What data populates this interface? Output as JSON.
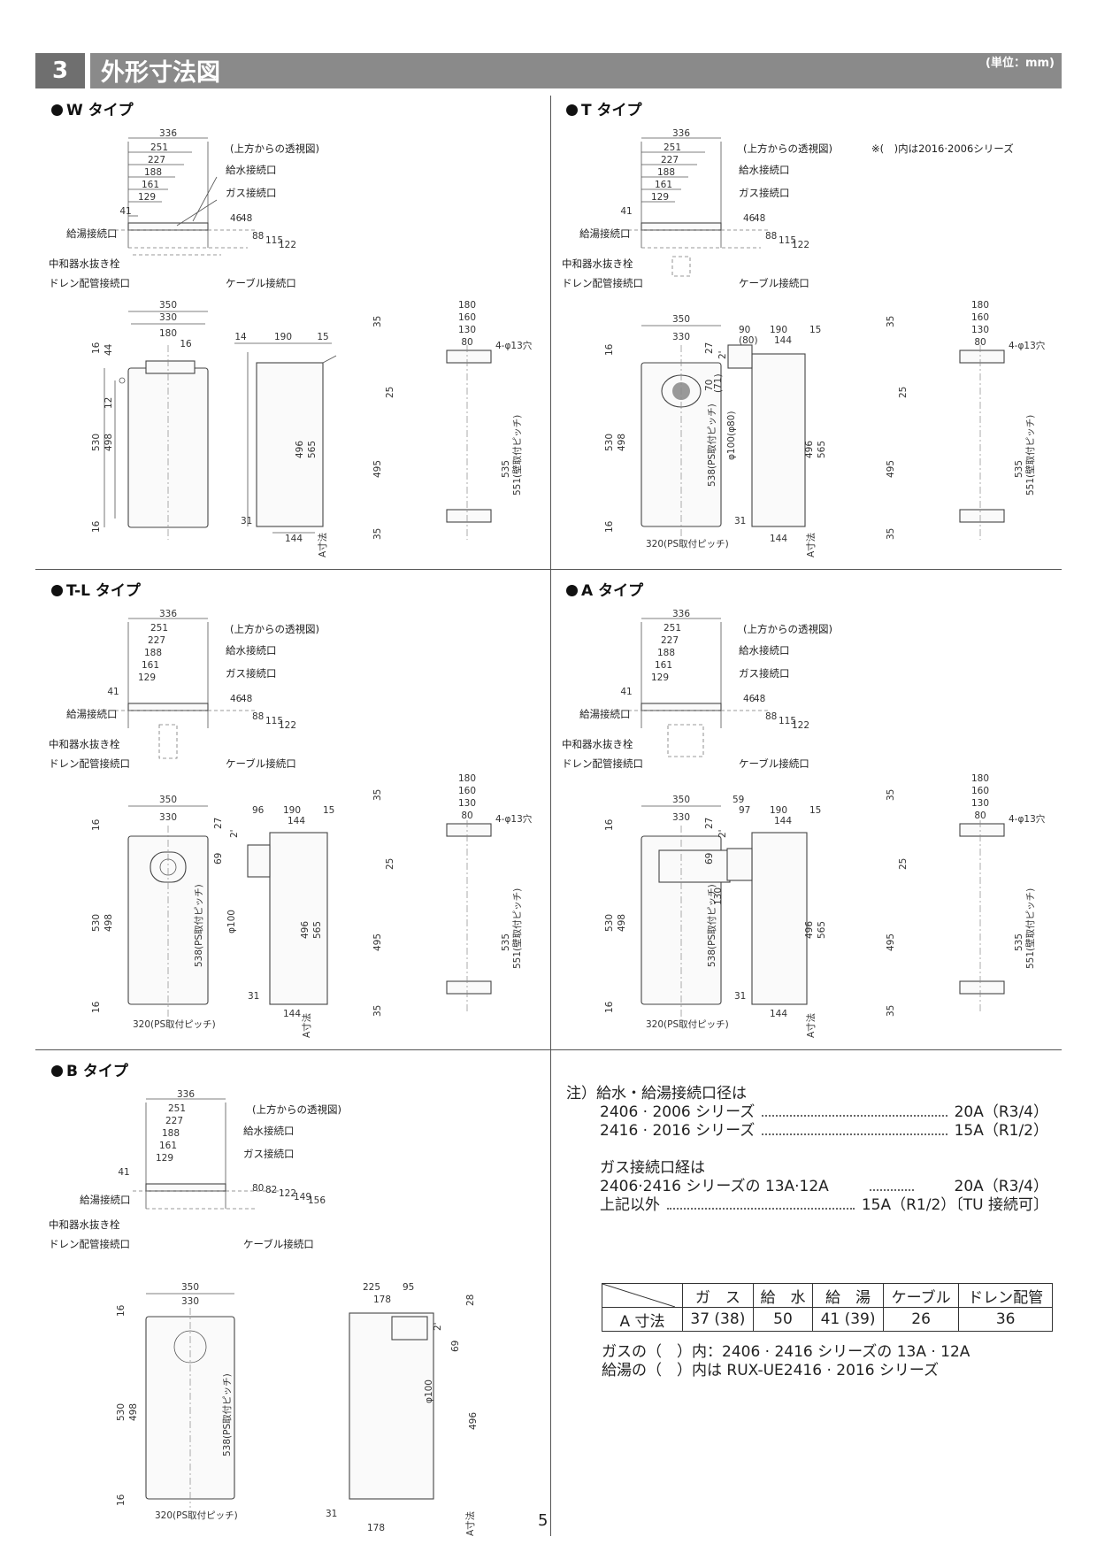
{
  "header": {
    "number": "3",
    "title": "外形寸法図",
    "unit": "(単位：mm)"
  },
  "panels": {
    "W": {
      "heading": "W タイプ"
    },
    "T": {
      "heading": "T タイプ",
      "series_note": "※(　)内は2016·2006シリーズ"
    },
    "TL": {
      "heading": "T-L タイプ"
    },
    "A": {
      "heading": "A タイプ"
    },
    "B": {
      "heading": "B タイプ"
    }
  },
  "labels": {
    "top_view": "(上方からの透視図)",
    "water_inlet": "給水接続口",
    "gas_inlet": "ガス接続口",
    "hot_outlet": "給湯接続口",
    "drain_plug": "中和器水抜き栓",
    "drain_pipe": "ドレン配管接続口",
    "cable": "ケーブル接続口",
    "ps_pitch": "320(PS取付ピッチ)",
    "ps_pitch_v": "538(PS取付ピッチ)",
    "wall_pitch": "551(壁取付ピッチ)",
    "a_dim": "A寸法",
    "holes": "4-φ13穴",
    "phi100": "φ100",
    "phi100_80": "φ100(φ80)"
  },
  "notes": {
    "l1": "注）給水・給湯接続口径は",
    "l2a": "2406 · 2006 シリーズ",
    "l2b": "20A（R3/4）",
    "l3a": "2416 · 2016 シリーズ",
    "l3b": "15A（R1/2）",
    "l4": "ガス接続口経は",
    "l5a": "2406·2416 シリーズの 13A·12A",
    "l5b": "20A（R3/4）",
    "l6a": "上記以外",
    "l6b": "15A（R1/2）〔TU 接続可〕"
  },
  "table": {
    "headers": [
      "ガ　ス",
      "給　水",
      "給　湯",
      "ケーブル",
      "ドレン配管"
    ],
    "row_label": "A 寸法",
    "values": [
      "37 (38)",
      "50",
      "41 (39)",
      "26",
      "36"
    ]
  },
  "table_notes": {
    "n1": "ガスの（　）内：2406 · 2416 シリーズの 13A · 12A",
    "n2": "給湯の（　）内は RUX-UE2416 · 2016 シリーズ"
  },
  "page_number": "5"
}
